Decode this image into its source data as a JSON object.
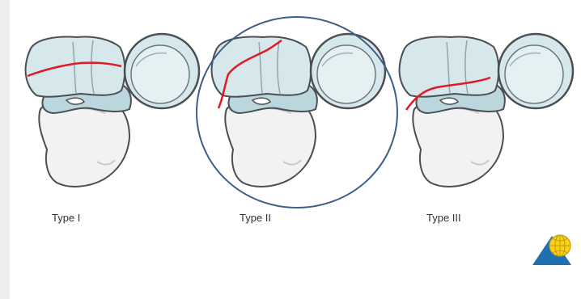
{
  "panels": [
    {
      "label": "Type I",
      "highlighted": false
    },
    {
      "label": "Type II",
      "highlighted": true
    },
    {
      "label": "Type III",
      "highlighted": false
    }
  ],
  "colors": {
    "bone_fill": "#d7e8ec",
    "bone_outline": "#4a4f55",
    "fracture_line": "#e01b24",
    "highlight_circle": "#3d5e86",
    "lower_bone_fill": "#f2f2f2",
    "logo_blue": "#1f6fb3",
    "logo_yellow": "#f6d21a"
  },
  "icons": {
    "logo": "globe-triangle-logo"
  }
}
